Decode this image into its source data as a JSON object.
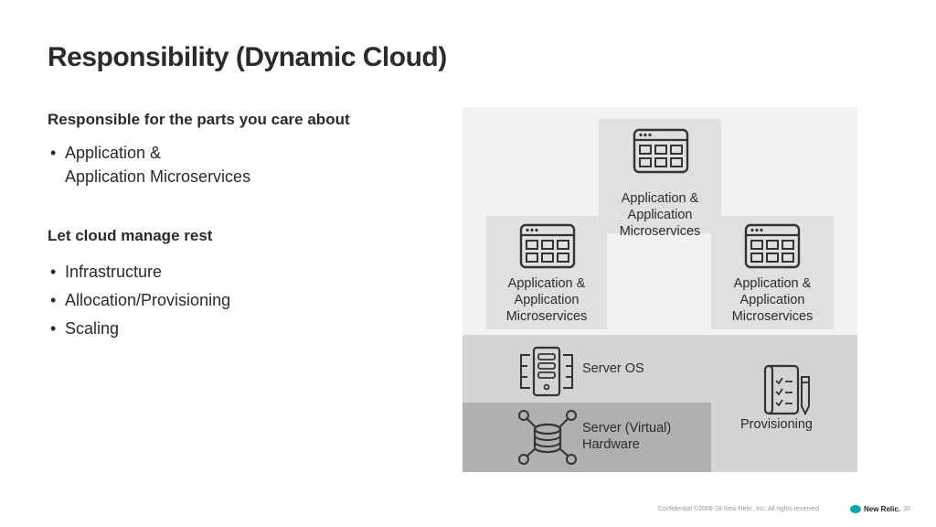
{
  "title": "Responsibility (Dynamic Cloud)",
  "section1": {
    "heading": "Responsible for the parts you care about",
    "bullets": [
      {
        "line1": "Application &",
        "line2": "Application Microservices"
      }
    ]
  },
  "section2": {
    "heading": "Let cloud manage rest",
    "bullets": [
      "Infrastructure",
      "Allocation/Provisioning",
      "Scaling"
    ]
  },
  "diagram": {
    "app_top": {
      "line1": "Application &",
      "line2": "Application",
      "line3": "Microservices",
      "icon": "app-window-icon"
    },
    "app_left": {
      "line1": "Application &",
      "line2": "Application",
      "line3": "Microservices",
      "icon": "app-window-icon"
    },
    "app_right": {
      "line1": "Application &",
      "line2": "Application",
      "line3": "Microservices",
      "icon": "app-window-icon"
    },
    "server_os": {
      "label": "Server OS",
      "icon": "server-icon"
    },
    "hardware": {
      "line1": "Server (Virtual)",
      "line2": "Hardware",
      "icon": "database-network-icon"
    },
    "provisioning": {
      "label": "Provisioning",
      "icon": "clipboard-pen-icon"
    },
    "colors": {
      "background": "#f2f2f2",
      "app_box": "#e0e0e0",
      "server_layer": "#d4d4d4",
      "hardware_layer": "#b0b0b0"
    }
  },
  "footer": {
    "text": "Confidential ©2008-18 New Relic, Inc. All rights reserved.",
    "logo_text": "New Relic.",
    "page_number": "30"
  }
}
